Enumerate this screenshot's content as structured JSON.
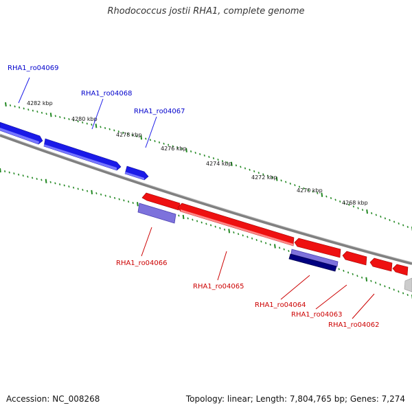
{
  "title": "Rhodococcus jostii RHA1, complete genome",
  "footer": {
    "accession": "Accession: NC_008268",
    "stats": "Topology: linear; Length: 7,804,765 bp; Genes: 7,274"
  },
  "colors": {
    "forward_gene": "#1414e6",
    "reverse_gene": "#ee1111",
    "forward_label": "#0000cc",
    "reverse_label": "#cc0000",
    "backbone": "#808080",
    "tick": "#228822"
  },
  "kbp_labels": [
    "4282 kbp",
    "4280 kbp",
    "4278 kbp",
    "4276 kbp",
    "4274 kbp",
    "4272 kbp",
    "4270 kbp",
    "4268 kbp"
  ],
  "genes_forward": [
    {
      "label": "RHA1_ro04069"
    },
    {
      "label": "RHA1_ro04068"
    },
    {
      "label": "RHA1_ro04067"
    }
  ],
  "genes_reverse": [
    {
      "label": "RHA1_ro04066"
    },
    {
      "label": "RHA1_ro04065"
    },
    {
      "label": "RHA1_ro04064"
    },
    {
      "label": "RHA1_ro04063"
    },
    {
      "label": "RHA1_ro04062"
    }
  ]
}
